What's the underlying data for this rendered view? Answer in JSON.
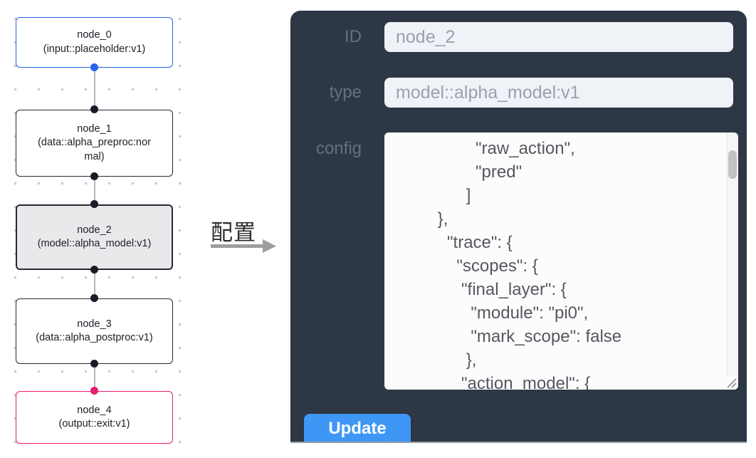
{
  "flow": {
    "nodes": [
      {
        "title": "node_0",
        "subtitle": "(input::placeholder:v1)",
        "role": "input"
      },
      {
        "title": "node_1",
        "subtitle": "(data::alpha_preproc:normal)",
        "role": "default"
      },
      {
        "title": "node_2",
        "subtitle": "(model::alpha_model:v1)",
        "role": "selected"
      },
      {
        "title": "node_3",
        "subtitle": "(data::alpha_postproc:v1)",
        "role": "default"
      },
      {
        "title": "node_4",
        "subtitle": "(output::exit:v1)",
        "role": "output"
      }
    ]
  },
  "annotation": {
    "arrow_label": "配置"
  },
  "panel": {
    "id_label": "ID",
    "id_value": "node_2",
    "type_label": "type",
    "type_value": "model::alpha_model:v1",
    "config_label": "config",
    "config_lines": [
      "                  \"raw_action\",",
      "                  \"pred\"",
      "                ]",
      "          },",
      "            \"trace\": {",
      "              \"scopes\": {",
      "               \"final_layer\": {",
      "                 \"module\": \"pi0\",",
      "                 \"mark_scope\": false",
      "                },",
      "               \"action_model\": {"
    ],
    "update_label": "Update"
  },
  "colors": {
    "panel_bg": "#2e3745",
    "accent_blue": "#3f97f5",
    "input_border_blue": "#2563eb",
    "output_border_pink": "#ed1a70",
    "node_border": "#262935",
    "selected_node_bg": "#e9e9ec",
    "field_bg": "#eff2f7",
    "field_text": "#9aa1ad",
    "label_text": "#67707f",
    "editor_text": "#54585f",
    "edge_gray": "#b4b7bd",
    "handle_dark": "#191b27",
    "arrow_gray": "#9e9e9e",
    "grid_dot": "#c9ccd0"
  }
}
